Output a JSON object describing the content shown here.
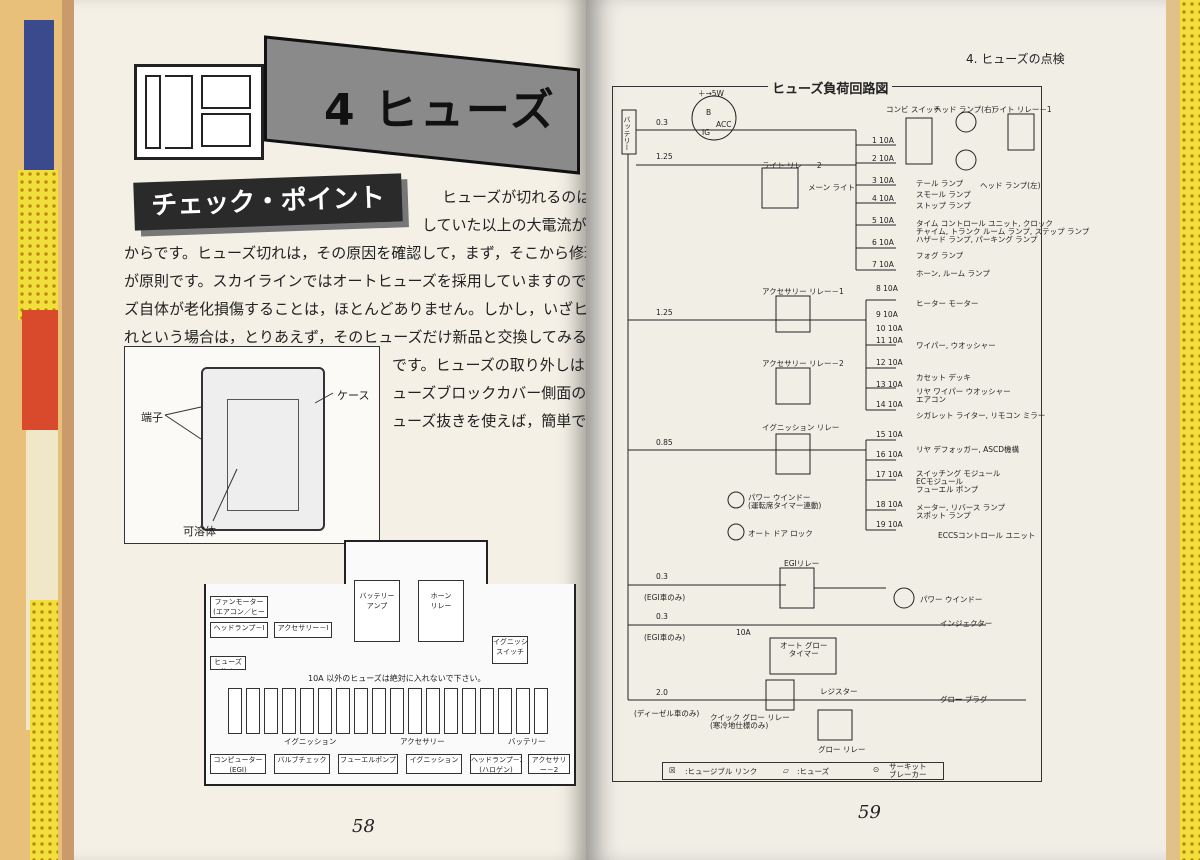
{
  "left_page": {
    "title": "4 ヒューズ",
    "subheading": "チェック・ポイント",
    "body_lines": [
      "ヒューズが切れるのは，予",
      "していた以上の大電流が流れ",
      "からです。ヒューズ切れは，その原因を確認して，まず，そこから修理する",
      "が原則です。スカイラインではオートヒューズを採用していますので，ヒュ",
      "ズ自体が老化損傷することは，ほとんどありません。しかし，いざヒュー",
      "れという場合は，とりあえず，そのヒューズだけ新品と交換してみるのが得",
      "です。ヒューズの取り外しは，",
      "ューズブロックカバー側面の専",
      "ューズ抜きを使えば，簡単です。"
    ],
    "figure1_labels": {
      "case": "ケース",
      "terminal": "端子",
      "fusible": "可溶体"
    },
    "fusebox_labels": {
      "fan_motor": "ファンモーター",
      "fan_motor_sub": "(エアコン／ヒーター)",
      "headlamp_1": "ヘッドランプ－Ⅰ",
      "accessory_1": "アクセサリー－Ⅰ",
      "fuse_puller": "ヒューズ抜き",
      "battery_amp": "バッテリー\nアンプ",
      "horn_relay": "ホーン\nリレー",
      "ignition_switch": "イグニッション\nスイッチ",
      "notice": "10A 以外のヒューズは絶対に入れないで下さい。",
      "ignition": "イグニッション",
      "accessory": "アクセサリー",
      "battery": "バッテリー",
      "computer": "コンピューター(EGI)",
      "valve_check": "バルブチェック",
      "fuel_pump": "フューエルポンプ",
      "ignition_bottom": "イグニッション",
      "headlamp_2": "ヘッドランプ－2\n(ハロゲン)",
      "accessory_2": "アクセサリー－2"
    },
    "page_number": "58"
  },
  "right_page": {
    "header": "4. ヒューズの点検",
    "diagram_title": "ヒューズ負荷回路図",
    "battery": "バッテリー",
    "component_labels": [
      "コンビ スイッチ",
      "ヘッド ランプ(右)",
      "ライト リレー－1",
      "ライト リレー－2",
      "メーン ライト",
      "テール ランプ\nスモール ランプ",
      "ヘッド ランプ(左)",
      "ストップ ランプ",
      "タイム コントロール ユニット, クロック\nチャイム, トランク ルーム ランプ, ステップ ランプ\nハザード ランプ, パーキング ランプ",
      "フォグ ランプ",
      "ホーン, ルーム ランプ",
      "アクセサリー リレー－1",
      "ヒーター モーター",
      "ワイパー, ウオッシャー",
      "アクセサリー リレー－2",
      "カセット デッキ",
      "リヤ ワイパー ウオッシャー\nエアコン",
      "シガレット ライター, リモコン ミラー",
      "イグニッション リレー",
      "リヤ デフォッガー, ASCD機構",
      "スイッチング モジュール\nECモジュール\nフューエル ポンプ",
      "メーター, リバース ランプ\nスポット ランプ",
      "パワー ウインドー\n(運転席タイマー連動)",
      "オート ドア ロック",
      "ECCSコントロール ユニット",
      "EGIリレー",
      "パワー ウインドー",
      "インジェクター",
      "オート グロー\nタイマー",
      "レジスター",
      "グロー プラグ",
      "クイック グロー リレー\n(寒冷地仕様のみ)",
      "グロー リレー"
    ],
    "fuse_labels": [
      "1 10A",
      "2 10A",
      "3 10A",
      "4 10A",
      "5 10A",
      "6 10A",
      "7 10A",
      "8 10A",
      "9 10A",
      "10 10A",
      "11 10A",
      "12 10A",
      "13 10A",
      "14 10A",
      "15 10A",
      "16 10A",
      "17 10A",
      "18 10A",
      "19 10A",
      "10A"
    ],
    "link_labels": [
      "0.3",
      "1.25",
      "1.25",
      "0.85",
      "0.3",
      "0.3",
      "2.0"
    ],
    "link_notes": [
      "(EGI車のみ)",
      "(EGI車のみ)",
      "(ディーゼル車のみ)"
    ],
    "ignition_switch": {
      "v": "＋→5W",
      "b": "B",
      "acc": "ACC",
      "ig": "IG"
    },
    "legend": {
      "fusible_link": ":ヒュージブル リンク",
      "fuse": ":ヒューズ",
      "breaker": "サーキット\nブレーカー"
    },
    "page_number": "59"
  }
}
